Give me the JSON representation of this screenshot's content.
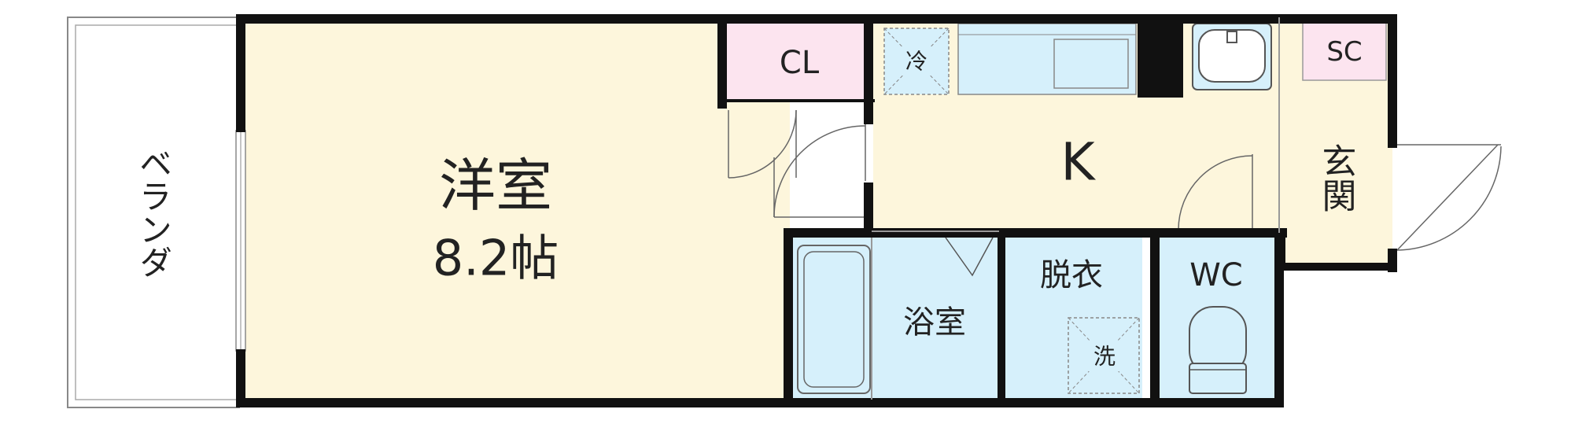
{
  "rooms": {
    "balcony": "ベランダ",
    "western_room": "洋室",
    "western_room_size": "8.2帖",
    "closet": "CL",
    "kitchen": "K",
    "shoe_cabinet": "SC",
    "entrance": "玄関",
    "bathroom": "浴室",
    "dressing_room": "脱衣",
    "toilet": "WC"
  },
  "fixtures": {
    "refrigerator": "冷",
    "washing_machine": "洗"
  },
  "colors": {
    "room_floor": "#fdf6dc",
    "closet": "#fce4ef",
    "wet_area": "#d6f0fb",
    "wall": "#111111",
    "outline": "#888888"
  }
}
